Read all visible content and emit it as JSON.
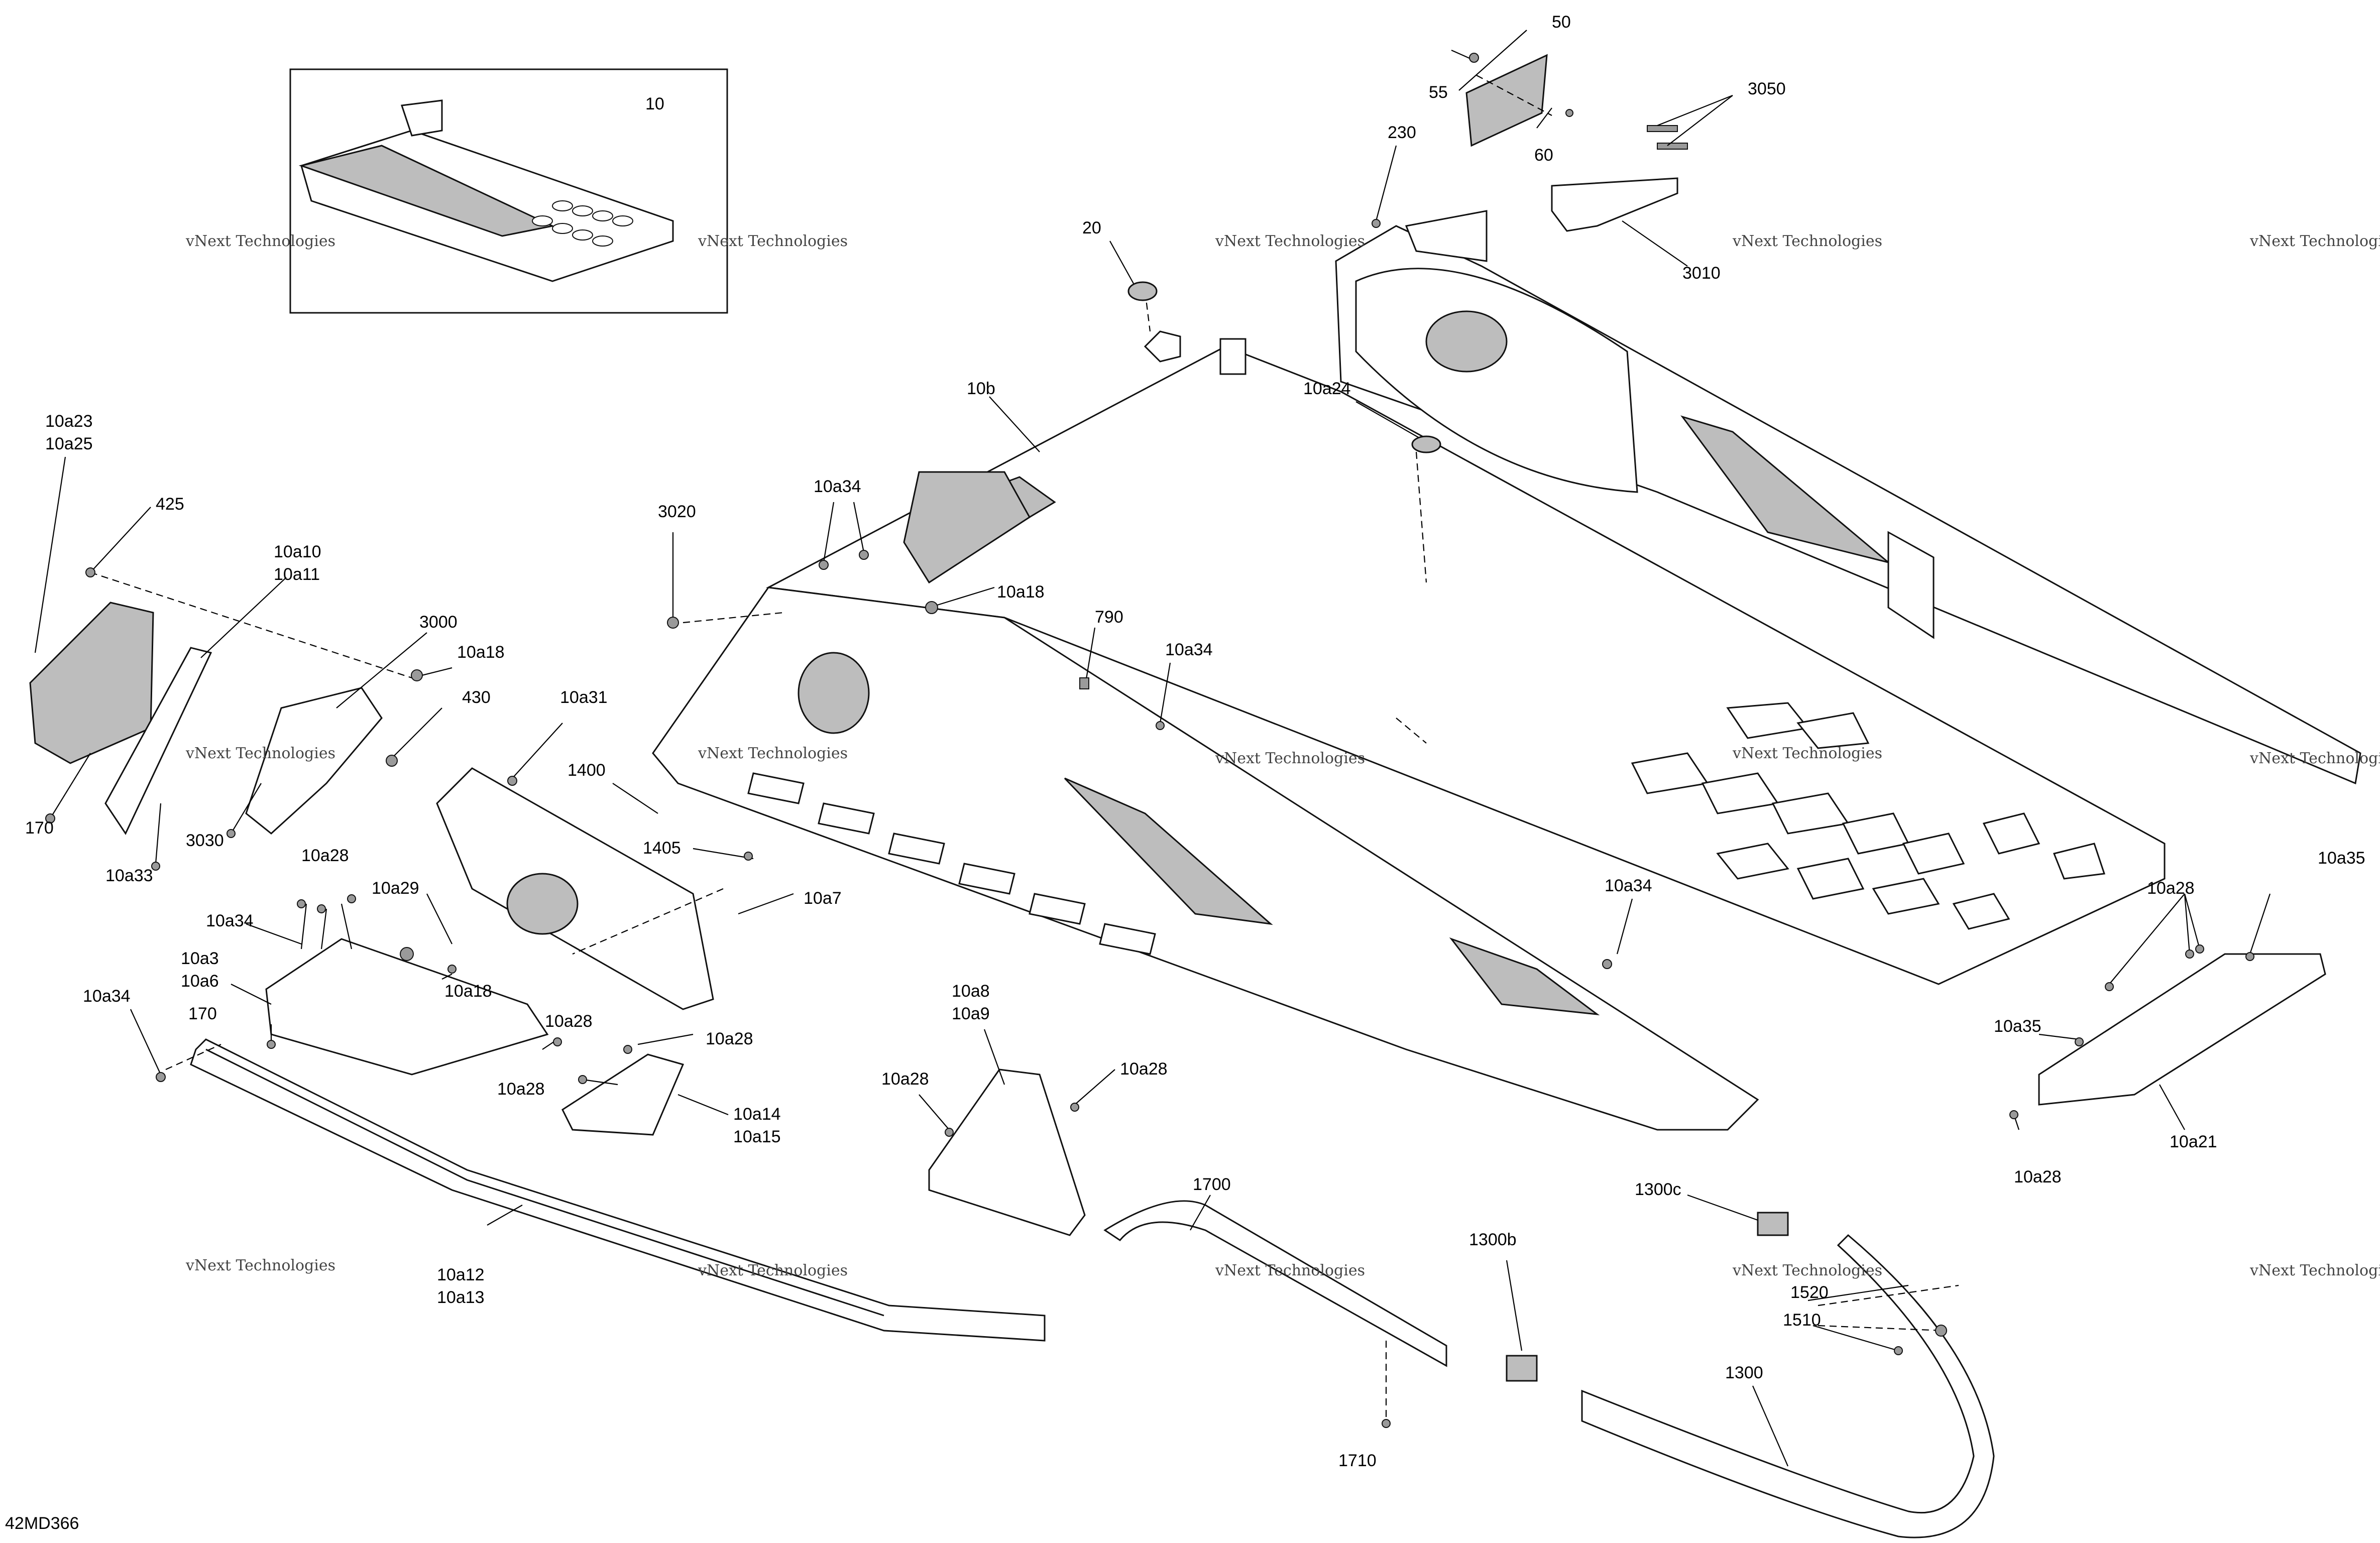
{
  "diagram_ref": "42MD366",
  "watermark": {
    "line1": "vNext Technologies",
    "line2": "vNext\nTechnologies"
  },
  "callouts": {
    "c10": "10",
    "c50": "50",
    "c55": "55",
    "c60": "60",
    "c3050": "3050",
    "c230": "230",
    "c3010": "3010",
    "c20": "20",
    "c10b": "10b",
    "c10a24": "10a24",
    "c10a23": "10a23",
    "c10a25": "10a25",
    "c425": "425",
    "c10a10": "10a10",
    "c10a11": "10a11",
    "c3020": "3020",
    "c10a34_a": "10a34",
    "c10a18_a": "10a18",
    "c790": "790",
    "c10a34_b": "10a34",
    "c3000": "3000",
    "c10a18_b": "10a18",
    "c430": "430",
    "c10a31": "10a31",
    "c1400": "1400",
    "c170_a": "170",
    "c3030": "3030",
    "c10a33": "10a33",
    "c1405": "1405",
    "c10a28_a": "10a28",
    "c10a29": "10a29",
    "c10a7": "10a7",
    "c10a34_c": "10a34",
    "c10a3": "10a3",
    "c10a6": "10a6",
    "c10a18_c": "10a18",
    "c10a34_d": "10a34",
    "c170_b": "170",
    "c10a28_b": "10a28",
    "c10a28_c": "10a28",
    "c10a28_d": "10a28",
    "c10a14": "10a14",
    "c10a15": "10a15",
    "c10a8": "10a8",
    "c10a9": "10a9",
    "c10a28_e": "10a28",
    "c10a28_f": "10a28",
    "c10a34_e": "10a34",
    "c10a28_g": "10a28",
    "c10a35_a": "10a35",
    "c10a35_b": "10a35",
    "c10a21": "10a21",
    "c10a28_h": "10a28",
    "c10a12": "10a12",
    "c10a13": "10a13",
    "c1700": "1700",
    "c1710": "1710",
    "c1300b": "1300b",
    "c1300c": "1300c",
    "c1520": "1520",
    "c1510": "1510",
    "c1300": "1300"
  }
}
